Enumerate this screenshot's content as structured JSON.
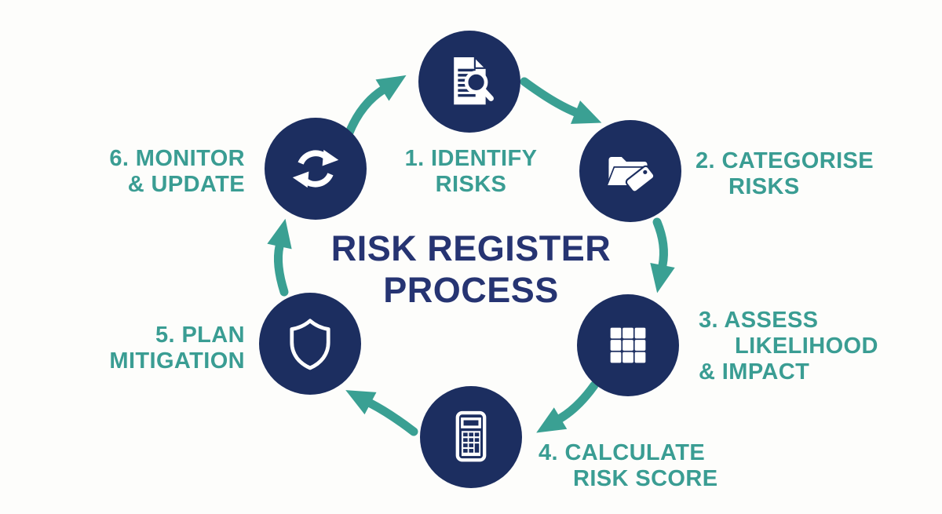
{
  "title": {
    "line1": "RISK REGISTER",
    "line2": "PROCESS"
  },
  "colors": {
    "navy_circle": "#1c2e60",
    "navy_title": "#263472",
    "teal": "#3a9d93",
    "background": "#fdfdfb",
    "icon_white": "#ffffff"
  },
  "steps": [
    {
      "id": 1,
      "icon": "document-magnifier-icon",
      "lines": [
        "1. IDENTIFY",
        "RISKS"
      ]
    },
    {
      "id": 2,
      "icon": "folder-tag-icon",
      "lines": [
        "2. CATEGORISE",
        "RISKS"
      ]
    },
    {
      "id": 3,
      "icon": "grid-icon",
      "lines": [
        "3. ASSESS",
        "LIKELIHOOD",
        "& IMPACT"
      ]
    },
    {
      "id": 4,
      "icon": "calculator-icon",
      "lines": [
        "4. CALCULATE",
        "RISK SCORE"
      ]
    },
    {
      "id": 5,
      "icon": "shield-icon",
      "lines": [
        "5. PLAN",
        "MITIGATION"
      ]
    },
    {
      "id": 6,
      "icon": "cycle-arrows-icon",
      "lines": [
        "6. MONITOR",
        "& UPDATE"
      ]
    }
  ]
}
